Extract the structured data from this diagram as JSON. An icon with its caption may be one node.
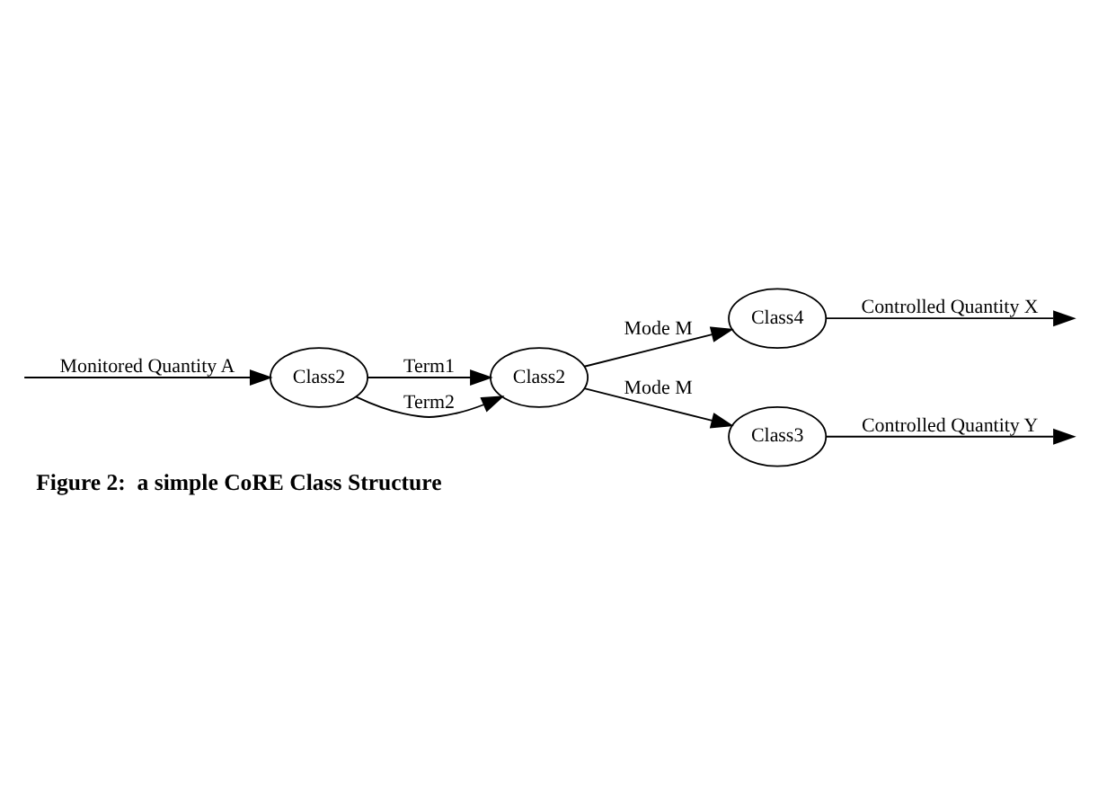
{
  "diagram": {
    "caption": "Figure 2:  a simple CoRE Class Structure",
    "nodes": [
      {
        "text": [
          "Class2"
        ]
      },
      {
        "text": [
          "Class2"
        ]
      },
      {
        "text": [
          "Class4"
        ]
      },
      {
        "text": [
          "Class3"
        ]
      }
    ],
    "edges": [
      {
        "from": null,
        "to": 0,
        "arrow": "to",
        "label": "Monitored Quantity A"
      },
      {
        "from": 0,
        "to": 1,
        "arrow": "to",
        "label": "Term1"
      },
      {
        "from": 0,
        "to": 1,
        "arrow": "to",
        "label": "Term2"
      },
      {
        "from": 1,
        "to": 2,
        "arrow": "to",
        "label": "Mode M"
      },
      {
        "from": 1,
        "to": 3,
        "arrow": "to",
        "label": "Mode M"
      },
      {
        "from": 2,
        "to": null,
        "arrow": "to",
        "label": "Controlled Quantity X"
      },
      {
        "from": 3,
        "to": null,
        "arrow": "to",
        "label": "Controlled Quantity Y"
      }
    ]
  }
}
